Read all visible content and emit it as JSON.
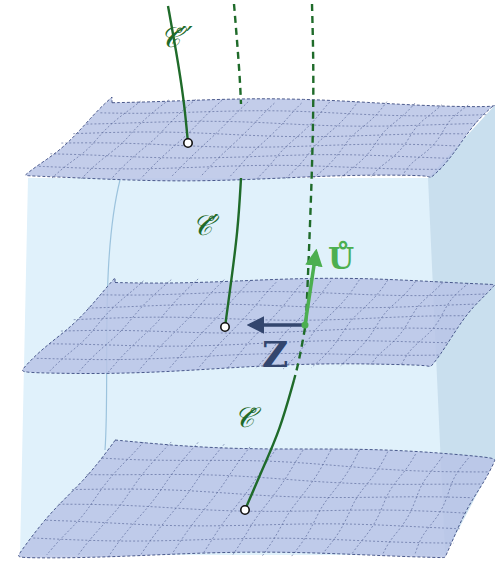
{
  "diagram": {
    "labels": [
      "𝒞̊′′",
      "𝒞̊′",
      "Ů",
      "Z",
      "𝒞̊"
    ]
  }
}
